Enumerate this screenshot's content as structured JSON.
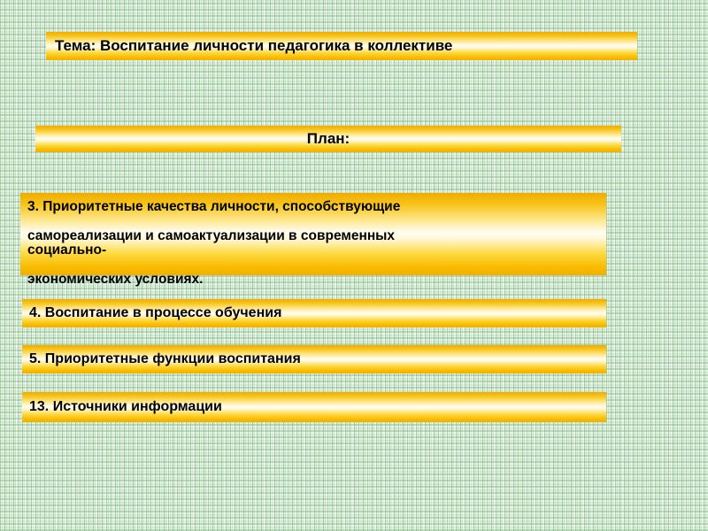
{
  "slide": {
    "title": "Тема: Воспитание личности педагогика в коллективе",
    "plan_header": "План:",
    "background_color": "#dceedc",
    "bar_gradient_top_color": "#f0ab00",
    "bar_gradient_mid_color": "#fffdf2",
    "bar_gradient_bottom_color": "#f4ae00",
    "text_color": "#000000",
    "items": [
      {
        "number": "3.",
        "lines": [
          "3. Приоритетные качества личности, способствующие",
          "самореализации и самоактуализации в современных",
          "социально-",
          "экономических условиях."
        ]
      },
      {
        "number": "4.",
        "label": "4. Воспитание в процессе обучения"
      },
      {
        "number": "5.",
        "label": "5. Приоритетные функции воспитания"
      },
      {
        "number": "13.",
        "label": "13. Источники информации"
      }
    ]
  }
}
